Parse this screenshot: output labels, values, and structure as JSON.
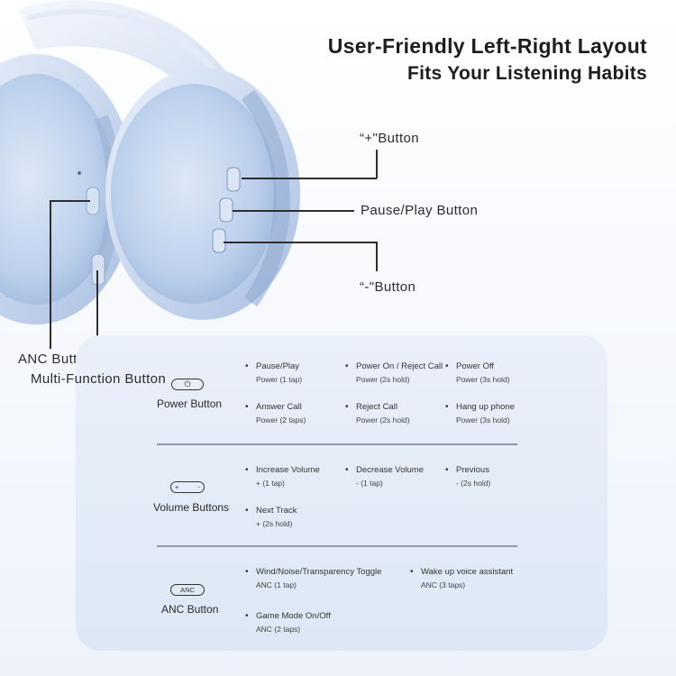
{
  "heading": {
    "line1": "User-Friendly Left-Right Layout",
    "line2": "Fits Your Listening Habits"
  },
  "callouts": {
    "plus_button": "“+\"Button",
    "pause_play_button": "Pause/Play Button",
    "minus_button": "“-\"Button",
    "anc_button": "ANC Button",
    "multi_function_button": "Multi-Function Button"
  },
  "groups": [
    {
      "label": "Power Button",
      "icon_symbol": "⏻",
      "items": [
        {
          "action": "Pause/Play",
          "gesture": "Power (1 tap)"
        },
        {
          "action": "Power On / Reject Call",
          "gesture": "Power (2s hold)"
        },
        {
          "action": "Power Off",
          "gesture": "Power (3s hold)"
        },
        {
          "action": "Answer Call",
          "gesture": "Power (2 taps)"
        },
        {
          "action": "Reject Call",
          "gesture": "Power (2s hold)"
        },
        {
          "action": "Hang up phone",
          "gesture": "Power (3s hold)"
        }
      ]
    },
    {
      "label": "Volume Buttons",
      "icon_plus": "+",
      "icon_minus": "-",
      "items": [
        {
          "action": "Increase Volume",
          "gesture": "+ (1 tap)"
        },
        {
          "action": "Decrease Volume",
          "gesture": "- (1 tap)"
        },
        {
          "action": "Previous",
          "gesture": "- (2s hold)"
        },
        {
          "action": "Next Track",
          "gesture": "+ (2s hold)"
        }
      ]
    },
    {
      "label": "ANC Button",
      "icon_text": "ANC",
      "items": [
        {
          "action": "Wind/Noise/Transparency Toggle",
          "gesture": "ANC (1 tap)"
        },
        {
          "action": "Wake up voice assistant",
          "gesture": "ANC (3 taps)"
        },
        {
          "action": "Game Mode On/Off",
          "gesture": "ANC (2 taps)"
        }
      ]
    }
  ],
  "colors": {
    "card_bg": "#e3ebf7",
    "headphone_blue": "#c9d8ef",
    "text_dark": "#1d1d1f"
  }
}
